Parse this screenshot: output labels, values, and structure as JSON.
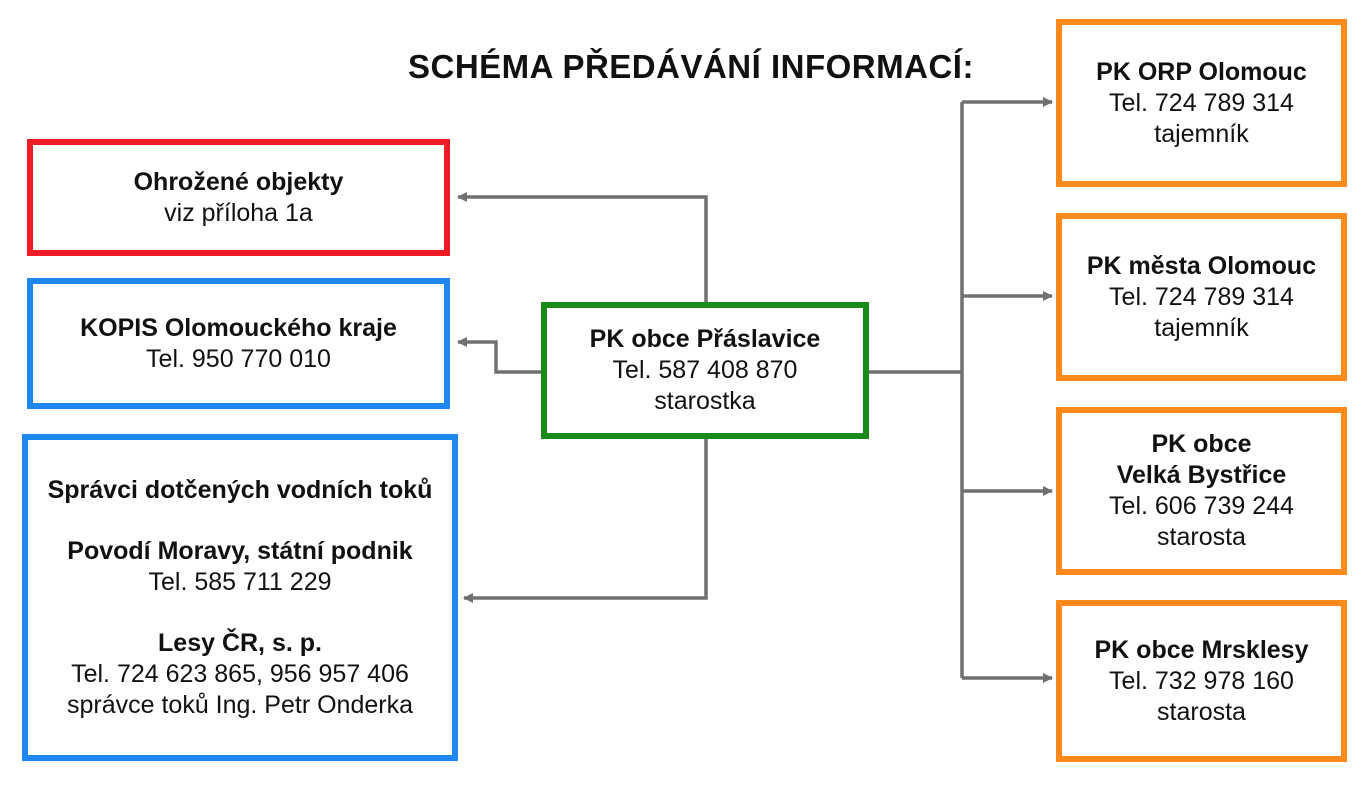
{
  "title": "SCHÉMA PŘEDÁVÁNÍ INFORMACÍ:",
  "colors": {
    "red": "#ee1c24",
    "blue": "#1e88f0",
    "green": "#1a8a1a",
    "orange": "#ff8a1c",
    "arrow": "#707070"
  },
  "center": {
    "name": "PK obce Přáslavice",
    "tel": "Tel. 587 408 870",
    "role": "starostka"
  },
  "left": {
    "threatened": {
      "name": "Ohrožené objekty",
      "note": "viz příloha 1a"
    },
    "kopis": {
      "name": "KOPIS Olomouckého kraje",
      "tel": "Tel. 950 770 010"
    },
    "rivers": {
      "heading": "Správci dotčených vodních toků",
      "povodi_name": "Povodí Moravy, státní podnik",
      "povodi_tel": "Tel. 585 711 229",
      "lesy_name": "Lesy ČR, s. p.",
      "lesy_tel": "Tel. 724 623 865, 956 957 406",
      "lesy_person": "správce toků Ing. Petr Onderka"
    }
  },
  "right": [
    {
      "name": "PK ORP Olomouc",
      "tel": "Tel. 724 789 314",
      "role": "tajemník"
    },
    {
      "name": "PK města Olomouc",
      "tel": "Tel. 724 789 314",
      "role": "tajemník"
    },
    {
      "name_line1": "PK obce",
      "name_line2": "Velká Bystřice",
      "tel": "Tel. 606 739 244",
      "role": "starosta"
    },
    {
      "name": "PK obce Mrsklesy",
      "tel": "Tel. 732 978 160",
      "role": "starosta"
    }
  ]
}
